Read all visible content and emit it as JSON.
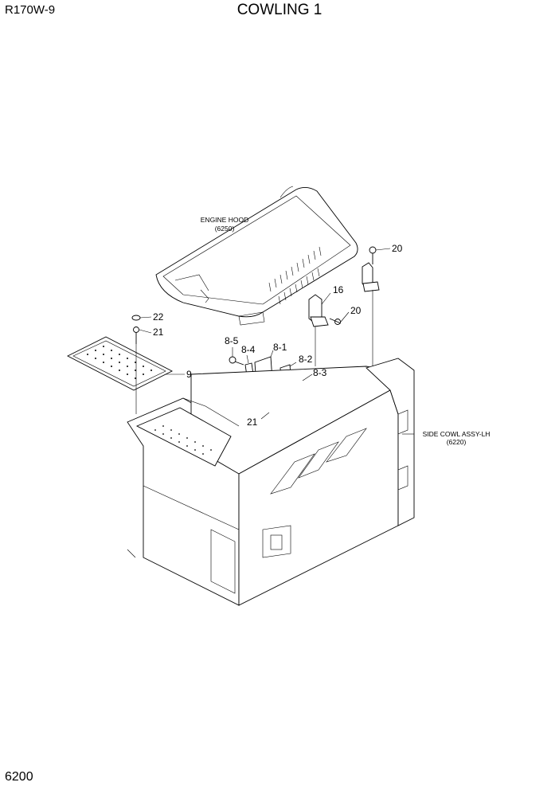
{
  "header": {
    "model": "R170W-9",
    "title": "COWLING 1"
  },
  "footer": {
    "page": "6200"
  },
  "assemblies": {
    "engine_hood": {
      "name": "ENGINE HOOD",
      "ref": "(6250)"
    },
    "side_cowl": {
      "name": "SIDE COWL ASSY-LH",
      "ref": "(6220)"
    }
  },
  "callouts": {
    "p20a": "20",
    "p16": "16",
    "p20b": "20",
    "p22": "22",
    "p21a": "21",
    "p9": "9",
    "p8_5": "8-5",
    "p8_4": "8-4",
    "p8_1": "8-1",
    "p8_2": "8-2",
    "p8_3": "8-3",
    "p21b": "21"
  }
}
